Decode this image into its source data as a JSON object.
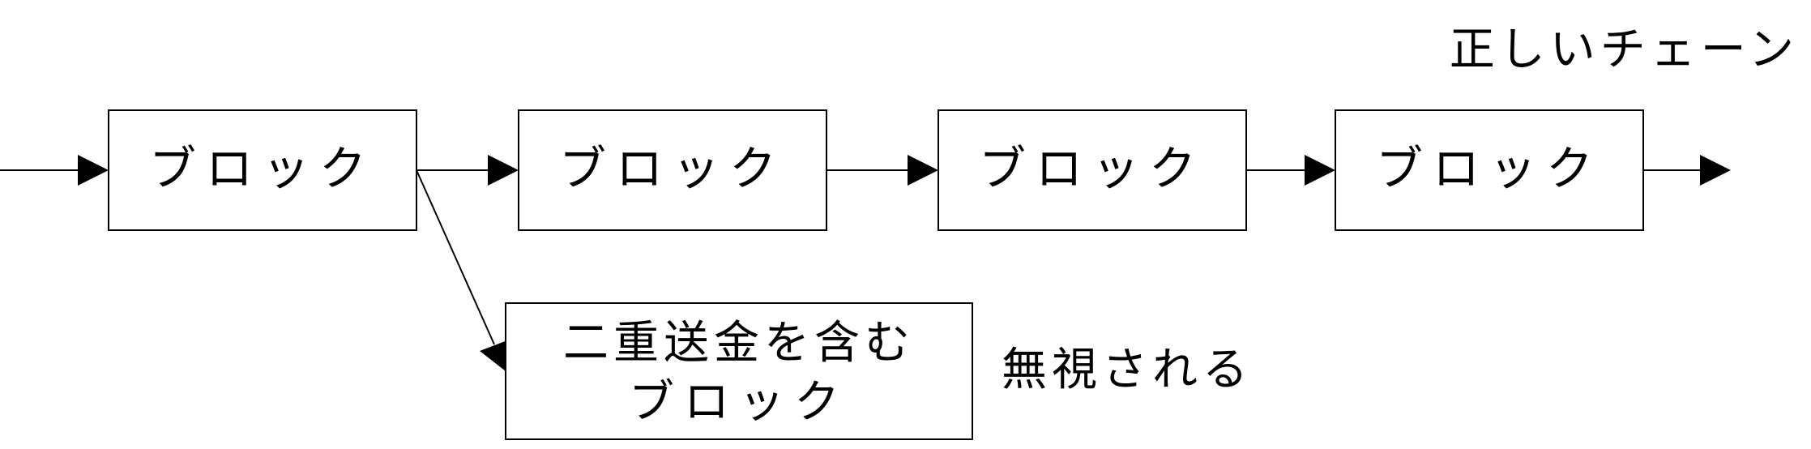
{
  "diagram": {
    "caption_valid_chain": "正しいチェーン",
    "block_label": "ブロック",
    "blocks": [
      {
        "label": "ブロック"
      },
      {
        "label": "ブロック"
      },
      {
        "label": "ブロック"
      },
      {
        "label": "ブロック"
      }
    ],
    "fork_block": {
      "line1": "二重送金を含む",
      "line2": "ブロック"
    },
    "caption_ignored": "無視される"
  }
}
